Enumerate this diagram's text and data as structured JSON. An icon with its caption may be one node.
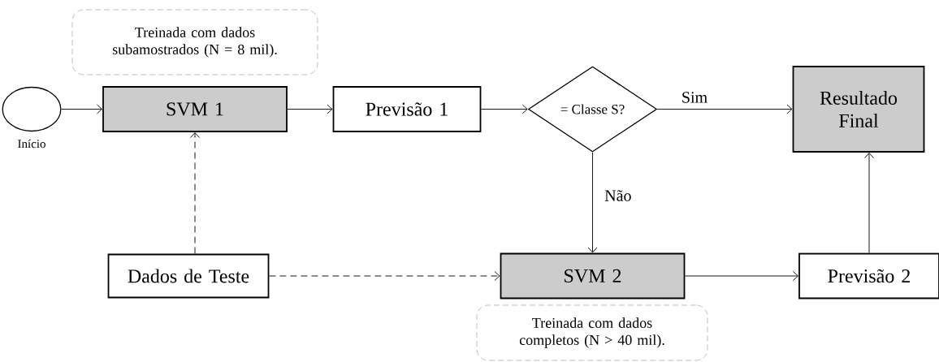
{
  "diagram": {
    "nodes": [
      {
        "text": [
          "Treinada com dados subamostrados (N = 8 mil)."
        ]
      },
      {
        "text": [],
        "shape": "circle",
        "beside": [
          "Início"
        ]
      },
      {
        "text": [
          "SVM 1"
        ]
      },
      {
        "text": [
          "Previsão 1"
        ]
      },
      {
        "text": [
          "= Classe S?"
        ]
      },
      {
        "text": [
          "Resultado Final"
        ]
      },
      {
        "text": [
          "Dados de Teste"
        ]
      },
      {
        "text": [
          "SVM 2"
        ]
      },
      {
        "text": [
          "Previsão 2"
        ]
      },
      {
        "text": [
          "Treinada com dados completos (N > 40 mil)."
        ]
      }
    ],
    "edges": [
      {
        "from": 1,
        "to": 2,
        "arrow": "to"
      },
      {
        "from": 2,
        "to": 3,
        "arrow": "to"
      },
      {
        "from": 3,
        "to": 4,
        "arrow": "to"
      },
      {
        "from": 4,
        "to": 5,
        "arrow": "to",
        "label": "Sim"
      },
      {
        "from": 4,
        "to": 7,
        "arrow": "to",
        "label": "Não"
      },
      {
        "from": 6,
        "to": 2,
        "arrow": "to",
        "style": "dashed"
      },
      {
        "from": 6,
        "to": 7,
        "arrow": "to",
        "style": "dashed"
      },
      {
        "from": 7,
        "to": 8,
        "arrow": "to"
      },
      {
        "from": 8,
        "to": 5,
        "arrow": "to"
      }
    ]
  }
}
